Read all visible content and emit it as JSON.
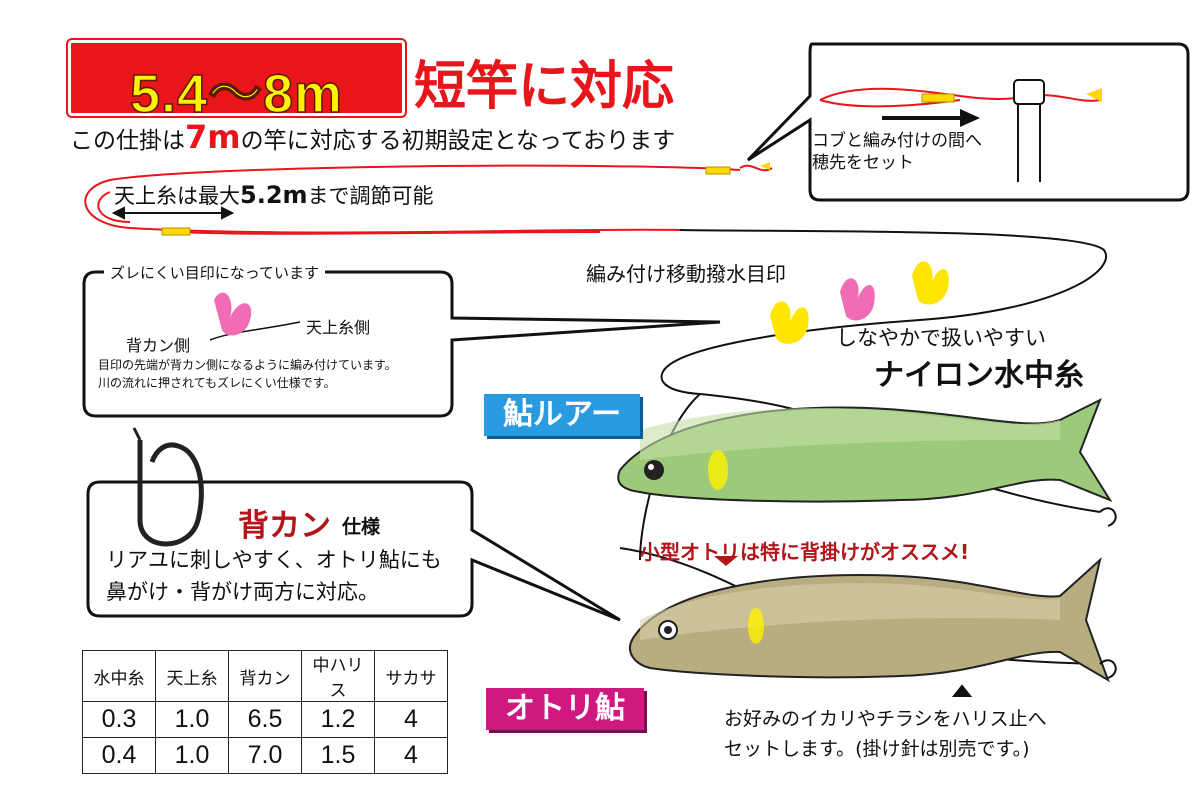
{
  "title": {
    "badge": "5.4〜8m",
    "text": "短竿に対応"
  },
  "intro": {
    "prefix": "この仕掛は",
    "highlight": "7m",
    "suffix": "の竿に対応する初期設定となっております"
  },
  "tenjou_note": {
    "prefix": "天上糸は最大",
    "value": "5.2m",
    "suffix": "まで調節可能"
  },
  "callout_top": {
    "line1": "コブと編み付けの間へ",
    "line2": "穂先をセット"
  },
  "mark_label": "編み付け移動撥水目印",
  "nylon": {
    "sub": "しなやかで扱いやすい",
    "main": "ナイロン水中糸"
  },
  "bubble1": {
    "title": "ズレにくい目印になっています",
    "sekan_side": "背カン側",
    "tenjou_side": "天上糸側",
    "desc1": "目印の先端が背カン側になるように編み付けています。",
    "desc2": "川の流れに押されてもズレにくい仕様です。"
  },
  "ayu_lure_tag": "鮎ルアー",
  "sekan": {
    "title": "背カン",
    "suffix": "仕様",
    "desc1": "リアユに刺しやすく、オトリ鮎にも",
    "desc2": "鼻がけ・背がけ両方に対応。"
  },
  "recommend": "小型オトリは特に背掛けがオススメ!",
  "otori_tag": "オトリ鮎",
  "bottom_note": {
    "line1": "お好みのイカリやチラシをハリス止へ",
    "line2": "セットします。(掛け針は別売です。)"
  },
  "spec_table": {
    "headers": [
      "水中糸",
      "天上糸",
      "背カン",
      "中ハリス",
      "サカサ"
    ],
    "rows": [
      [
        "0.3",
        "1.0",
        "6.5",
        "1.2",
        "4"
      ],
      [
        "0.4",
        "1.0",
        "7.0",
        "1.5",
        "4"
      ]
    ]
  },
  "colors": {
    "accent_red": "#e8151b",
    "badge_yellow": "#fff200",
    "lure_blue": "#2a9be0",
    "otori_pink": "#cf1880",
    "mark_yellow": "#ffe600",
    "mark_pink": "#f06cb4"
  }
}
